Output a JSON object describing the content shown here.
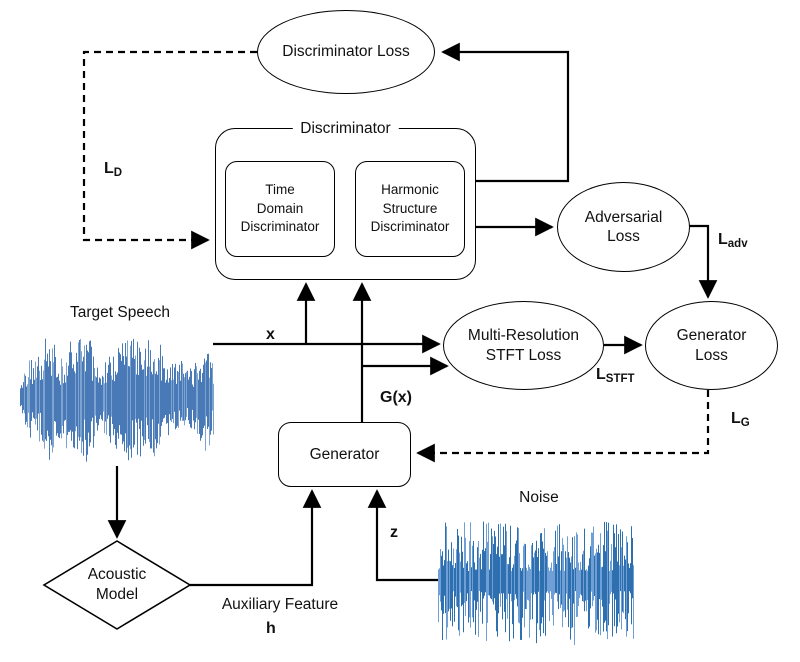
{
  "nodes": {
    "discriminator_loss": {
      "label": "Discriminator Loss"
    },
    "discriminator": {
      "title": "Discriminator"
    },
    "time_domain": {
      "line1": "Time",
      "line2": "Domain",
      "line3": "Discriminator"
    },
    "harmonic_structure": {
      "line1": "Harmonic",
      "line2": "Structure",
      "line3": "Discriminator"
    },
    "adversarial_loss": {
      "line1": "Adversarial",
      "line2": "Loss"
    },
    "stft_loss": {
      "line1": "Multi-Resolution",
      "line2": "STFT Loss"
    },
    "generator_loss": {
      "line1": "Generator",
      "line2": "Loss"
    },
    "generator": {
      "label": "Generator"
    },
    "acoustic_model": {
      "line1": "Acoustic",
      "line2": "Model"
    },
    "target_speech": {
      "label": "Target Speech"
    },
    "noise": {
      "label": "Noise"
    }
  },
  "edge_labels": {
    "ld": {
      "base": "L",
      "sub": "D"
    },
    "ladv": {
      "base": "L",
      "sub": "adv"
    },
    "lstft": {
      "base": "L",
      "sub": "STFT"
    },
    "lg": {
      "base": "L",
      "sub": "G"
    },
    "x": "x",
    "gx": "G(x)",
    "z": "z",
    "h": "h",
    "aux": "Auxiliary Feature"
  },
  "colors": {
    "line": "#000000",
    "speech_wave": "#4a79b8",
    "speech_wave_light": "#7da3cf",
    "noise_wave": "#2e6fb0",
    "noise_wave_light": "#6f9fd4",
    "background": "#ffffff"
  }
}
